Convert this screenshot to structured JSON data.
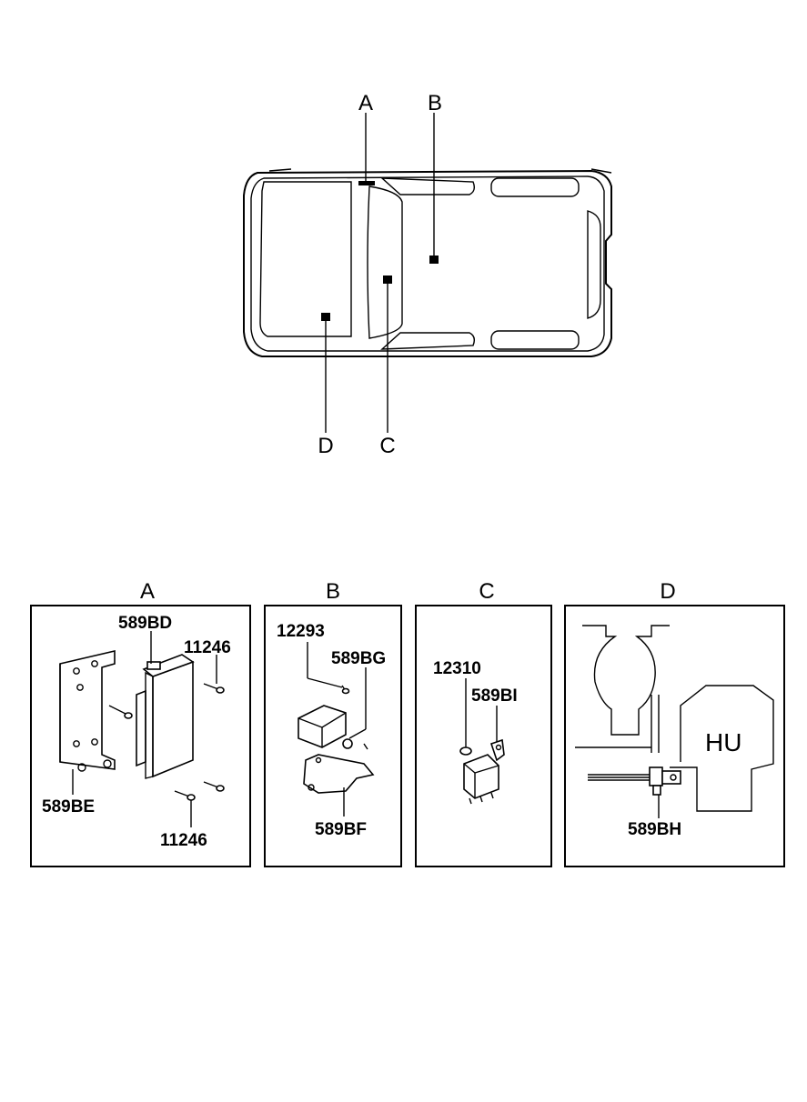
{
  "overview": {
    "callouts": [
      "A",
      "B",
      "C",
      "D"
    ]
  },
  "panels": [
    {
      "letter": "A",
      "parts": [
        "589BD",
        "11246",
        "589BE",
        "11246"
      ]
    },
    {
      "letter": "B",
      "parts": [
        "12293",
        "589BG",
        "589BF"
      ]
    },
    {
      "letter": "C",
      "parts": [
        "12310",
        "589BI"
      ]
    },
    {
      "letter": "D",
      "parts": [
        "589BH"
      ],
      "unit_label": "HU"
    }
  ]
}
